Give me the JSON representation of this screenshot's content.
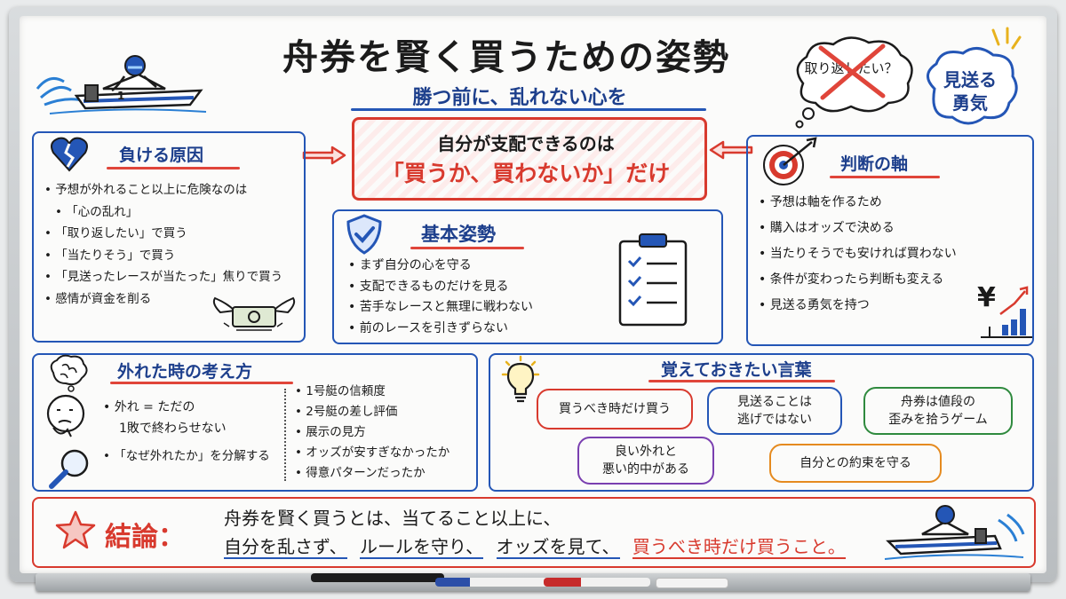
{
  "title": "舟券を賢く買うための姿勢",
  "subtitle": "勝つ前に、乱れない心を",
  "center": {
    "line1": "自分が支配できるのは",
    "line2": "「買うか、買わないか」だけ"
  },
  "thought": "取り返したい？",
  "courage_cloud": {
    "line1": "見送る",
    "line2": "勇気"
  },
  "lose_causes": {
    "heading": "負ける原因",
    "items": [
      "予想が外れること以上に危険なのは",
      "「心の乱れ」",
      "「取り返したい」で買う",
      "「当たりそう」で買う",
      "「見送ったレースが当たった」焦りで買う",
      "感情が資金を削る"
    ]
  },
  "judgment_axis": {
    "heading": "判断の軸",
    "items": [
      "予想は軸を作るため",
      "購入はオッズで決める",
      "当たりそうでも安ければ買わない",
      "条件が変わったら判断も変える",
      "見送る勇気を持つ"
    ]
  },
  "basic_stance": {
    "heading": "基本姿勢",
    "items": [
      "まず自分の心を守る",
      "支配できるものだけを見る",
      "苦手なレースと無理に戦わない",
      "前のレースを引きずらない"
    ]
  },
  "thinking_when_missed": {
    "heading": "外れた時の考え方",
    "left": [
      "外れ = ただの",
      "1敗で終わらせない",
      "「なぜ外れたか」を分解する"
    ],
    "right": [
      "1号艇の信頼度",
      "2号艇の差し評価",
      "展示の見方",
      "オッズが安すぎなかったか",
      "得意パターンだったか"
    ]
  },
  "words": {
    "heading": "覚えておきたい言葉",
    "p1": "買うべき時だけ買う",
    "p2a": "見送ることは",
    "p2b": "逃げではない",
    "p3a": "舟券は値段の",
    "p3b": "歪みを拾うゲーム",
    "p4a": "良い外れと",
    "p4b": "悪い的中がある",
    "p5": "自分との約束を守る"
  },
  "conclusion": {
    "label": "結論：",
    "line1": "舟券を賢く買うとは、当てること以上に、",
    "seg1": "自分を乱さず、",
    "seg2": "ルールを守り、",
    "seg3": "オッズを見て、",
    "seg4": "買うべき時だけ買うこと。"
  },
  "boat_number": "1",
  "yen_symbol": "¥",
  "icons": [
    "speedboat-icon",
    "broken-heart-icon",
    "target-icon",
    "shield-icon",
    "clipboard-icon",
    "brain-icon",
    "thinking-face-icon",
    "magnifier-icon",
    "lightbulb-icon",
    "money-wings-icon",
    "yen-chart-icon",
    "star-icon"
  ],
  "colors": {
    "blue": "#2456b6",
    "red": "#d83a2e",
    "green": "#2f8a3e",
    "purple": "#7a3fb0",
    "orange": "#e58a1f",
    "ink": "#1b1b1b"
  }
}
